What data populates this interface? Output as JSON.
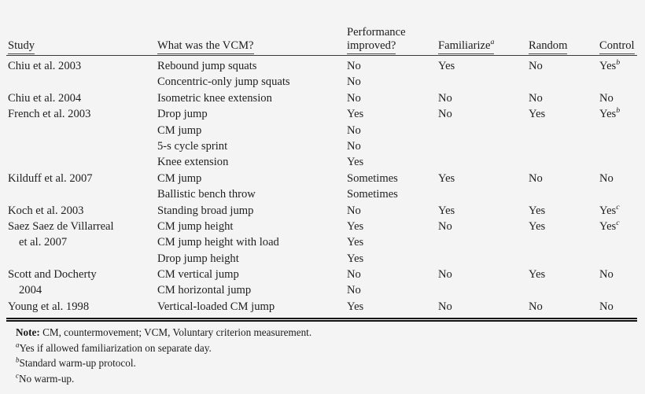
{
  "table": {
    "columns": [
      {
        "key": "study",
        "label": "Study",
        "label_line2": null,
        "sup": null
      },
      {
        "key": "vcm",
        "label": "What was the VCM?",
        "label_line2": null,
        "sup": null
      },
      {
        "key": "perf",
        "label": "Performance",
        "label_line2": "improved?",
        "sup": null
      },
      {
        "key": "fam",
        "label": "Familiarize",
        "label_line2": null,
        "sup": "a"
      },
      {
        "key": "random",
        "label": "Random",
        "label_line2": null,
        "sup": null
      },
      {
        "key": "control",
        "label": "Control",
        "label_line2": null,
        "sup": null
      }
    ],
    "rows": [
      {
        "study": "Chiu et al. 2003",
        "vcm": "Rebound jump squats",
        "perf": "No",
        "fam": "Yes",
        "random": "No",
        "control": "Yes",
        "control_sup": "b",
        "indent": false
      },
      {
        "study": "",
        "vcm": "Concentric-only jump squats",
        "perf": "No",
        "fam": "",
        "random": "",
        "control": "",
        "control_sup": "",
        "indent": false
      },
      {
        "study": "Chiu et al. 2004",
        "vcm": "Isometric knee extension",
        "perf": "No",
        "fam": "No",
        "random": "No",
        "control": "No",
        "control_sup": "",
        "indent": false
      },
      {
        "study": "French et al. 2003",
        "vcm": "Drop jump",
        "perf": "Yes",
        "fam": "No",
        "random": "Yes",
        "control": "Yes",
        "control_sup": "b",
        "indent": false
      },
      {
        "study": "",
        "vcm": "CM jump",
        "perf": "No",
        "fam": "",
        "random": "",
        "control": "",
        "control_sup": "",
        "indent": false
      },
      {
        "study": "",
        "vcm": "5-s cycle sprint",
        "perf": "No",
        "fam": "",
        "random": "",
        "control": "",
        "control_sup": "",
        "indent": false
      },
      {
        "study": "",
        "vcm": "Knee extension",
        "perf": "Yes",
        "fam": "",
        "random": "",
        "control": "",
        "control_sup": "",
        "indent": false
      },
      {
        "study": "Kilduff et al. 2007",
        "vcm": "CM jump",
        "perf": "Sometimes",
        "fam": "Yes",
        "random": "No",
        "control": "No",
        "control_sup": "",
        "indent": false
      },
      {
        "study": "",
        "vcm": "Ballistic bench throw",
        "perf": "Sometimes",
        "fam": "",
        "random": "",
        "control": "",
        "control_sup": "",
        "indent": false
      },
      {
        "study": "Koch et al. 2003",
        "vcm": "Standing broad jump",
        "perf": "No",
        "fam": "Yes",
        "random": "Yes",
        "control": "Yes",
        "control_sup": "c",
        "indent": false
      },
      {
        "study": "Saez Saez de Villarreal",
        "vcm": "CM jump height",
        "perf": "Yes",
        "fam": "No",
        "random": "Yes",
        "control": "Yes",
        "control_sup": "c",
        "indent": false
      },
      {
        "study": "et al. 2007",
        "vcm": "CM jump height with load",
        "perf": "Yes",
        "fam": "",
        "random": "",
        "control": "",
        "control_sup": "",
        "indent": true
      },
      {
        "study": "",
        "vcm": "Drop jump height",
        "perf": "Yes",
        "fam": "",
        "random": "",
        "control": "",
        "control_sup": "",
        "indent": false
      },
      {
        "study": "Scott and Docherty",
        "vcm": "CM vertical jump",
        "perf": "No",
        "fam": "No",
        "random": "Yes",
        "control": "No",
        "control_sup": "",
        "indent": false
      },
      {
        "study": "2004",
        "vcm": "CM horizontal jump",
        "perf": "No",
        "fam": "",
        "random": "",
        "control": "",
        "control_sup": "",
        "indent": true
      },
      {
        "study": "Young et al. 1998",
        "vcm": "Vertical-loaded CM jump",
        "perf": "Yes",
        "fam": "No",
        "random": "No",
        "control": "No",
        "control_sup": "",
        "indent": false
      }
    ],
    "notes": {
      "note_label": "Note:",
      "note_text": " CM, countermovement; VCM, Voluntary criterion measurement.",
      "footnotes": [
        {
          "marker": "a",
          "text": "Yes if allowed familiarization on separate day."
        },
        {
          "marker": "b",
          "text": "Standard warm-up protocol."
        },
        {
          "marker": "c",
          "text": "No warm-up."
        }
      ]
    }
  },
  "colors": {
    "background": "#f4f4f4",
    "text": "#1a1a1a",
    "rule": "#111111"
  }
}
